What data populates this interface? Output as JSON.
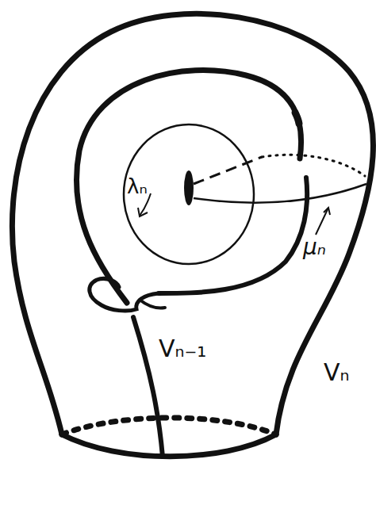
{
  "diagram": {
    "labels": [
      "λₙ",
      "μₙ",
      "Vₙ₋₁",
      "Vₙ"
    ]
  }
}
